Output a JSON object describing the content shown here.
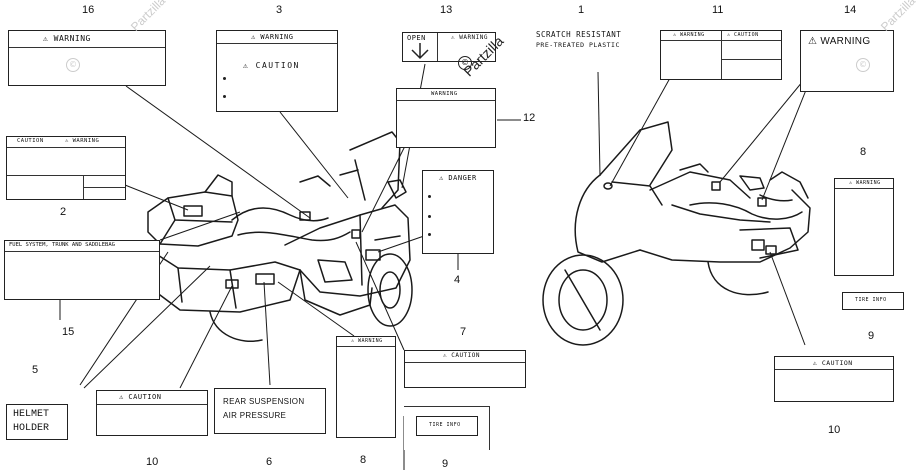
{
  "callouts": {
    "n16": "16",
    "n3": "3",
    "n13": "13",
    "n1": "1",
    "n11": "11",
    "n14": "14",
    "n12": "12",
    "n2": "2",
    "n4": "4",
    "n8a": "8",
    "n15": "15",
    "n7": "7",
    "n5": "5",
    "n10a": "10",
    "n6": "6",
    "n8b": "8",
    "n9a": "9",
    "n9b": "9",
    "n10b": "10"
  },
  "labels": {
    "warning16": "⚠ WARNING",
    "warning3_header": "⚠ WARNING",
    "caution3": "⚠ CAUTION",
    "open13": "OPEN",
    "warning13": "⚠ WARNING",
    "scratch1_line1": "SCRATCH RESISTANT",
    "scratch1_line2": "PRE-TREATED PLASTIC",
    "warning11_a": "⚠ WARNING",
    "warning11_b": "⚠ CAUTION",
    "warning14": "⚠ WARNING",
    "warning12": "WARNING",
    "caution2_a": "CAUTION",
    "caution2_b": "⚠ WARNING",
    "danger4": "⚠ DANGER",
    "warning8a": "⚠ WARNING",
    "trunk15": "FUEL SYSTEM, TRUNK AND SADDLEBAG",
    "caution7": "⚠ CAUTION",
    "helmet5_line1": "HELMET",
    "helmet5_line2": "HOLDER",
    "caution10a": "⚠ CAUTION",
    "rear6_line1": "REAR SUSPENSION",
    "rear6_line2": "AIR PRESSURE",
    "warning8b": "⚠ WARNING",
    "tire9a": "TIRE INFO",
    "tire9b": "TIRE INFO",
    "caution10b": "⚠ CAUTION"
  },
  "watermark": {
    "text": "Partzilla",
    "symbol": "©"
  }
}
